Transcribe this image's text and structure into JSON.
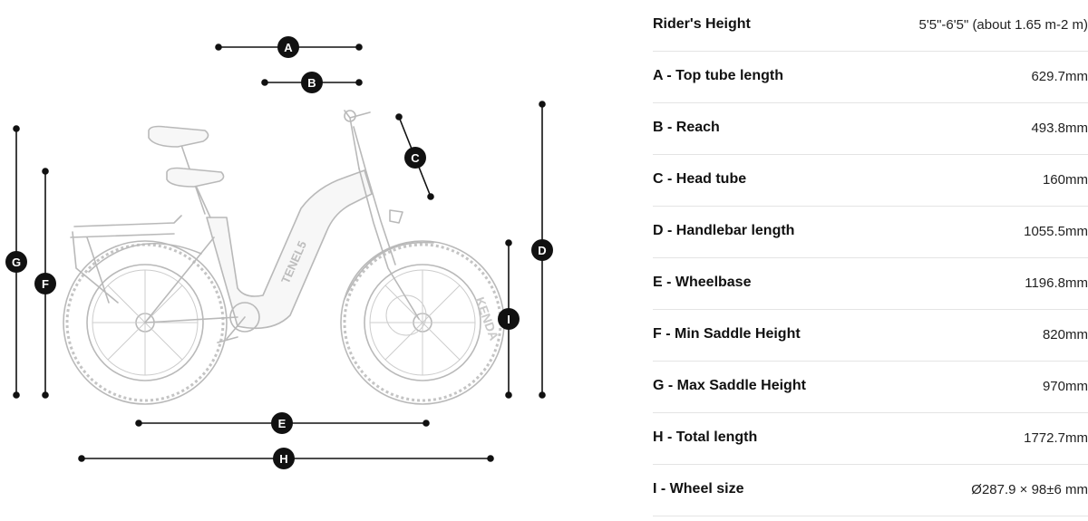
{
  "specs": [
    {
      "letter": "",
      "label": "Rider's Height",
      "value": "5'5\"-6'5\" (about 1.65 m-2 m)"
    },
    {
      "letter": "A",
      "label": "A - Top tube length",
      "value": "629.7mm"
    },
    {
      "letter": "B",
      "label": "B - Reach",
      "value": "493.8mm"
    },
    {
      "letter": "C",
      "label": "C - Head tube",
      "value": "160mm"
    },
    {
      "letter": "D",
      "label": "D - Handlebar length",
      "value": "1055.5mm"
    },
    {
      "letter": "E",
      "label": "E - Wheelbase",
      "value": "1196.8mm"
    },
    {
      "letter": "F",
      "label": "F - Min Saddle Height",
      "value": "820mm"
    },
    {
      "letter": "G",
      "label": "G - Max Saddle Height",
      "value": "970mm"
    },
    {
      "letter": "H",
      "label": "H - Total length",
      "value": "1772.7mm"
    },
    {
      "letter": "I",
      "label": "I - Wheel size",
      "value": "Ø287.9 × 98±6 mm"
    }
  ],
  "diagram": {
    "markers": [
      "A",
      "B",
      "C",
      "D",
      "E",
      "F",
      "G",
      "H",
      "I"
    ],
    "frame_text": "TENEL5",
    "tire_text": "KENDA",
    "colors": {
      "line": "#111111",
      "marker": "#111111",
      "bike": "#b9b9b9"
    }
  }
}
